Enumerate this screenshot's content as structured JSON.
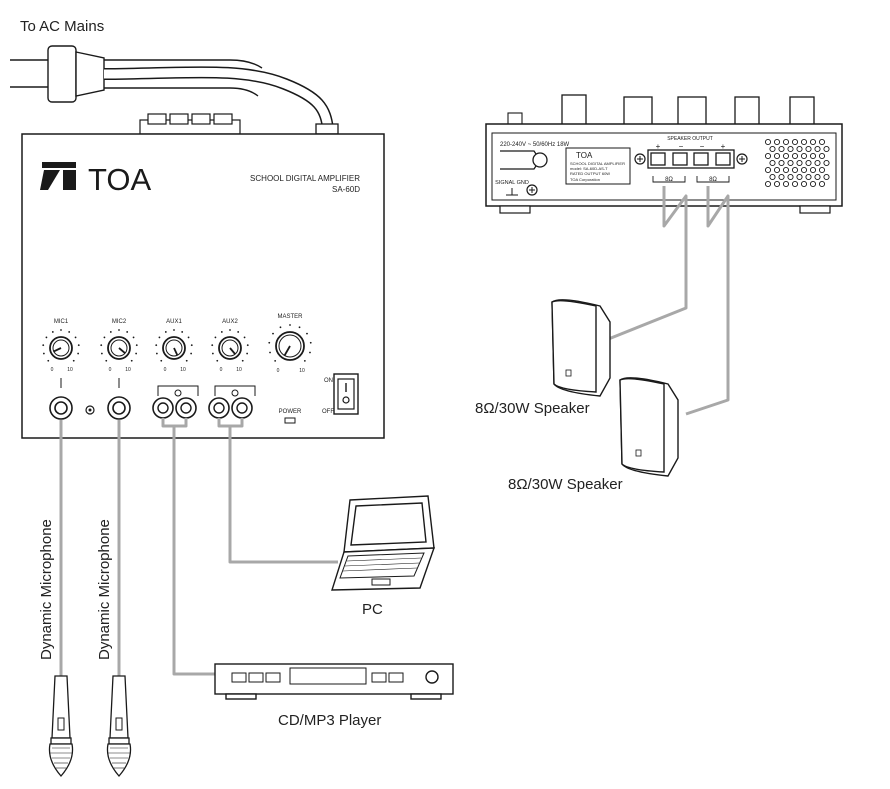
{
  "labels": {
    "ac_mains": "To AC Mains",
    "speaker1": "8Ω/30W Speaker",
    "speaker2": "8Ω/30W Speaker",
    "pc": "PC",
    "cd_player": "CD/MP3 Player",
    "mic1": "Dynamic Microphone",
    "mic2": "Dynamic Microphone"
  },
  "amplifier_front": {
    "brand": "TOA",
    "model_name": "SCHOOL DIGITAL AMPLIFIER",
    "model_number": "SA-60D",
    "knobs": [
      {
        "label": "MIC1",
        "min": "0",
        "max": "10"
      },
      {
        "label": "MIC2",
        "min": "0",
        "max": "10"
      },
      {
        "label": "AUX1",
        "min": "0",
        "max": "10"
      },
      {
        "label": "AUX2",
        "min": "0",
        "max": "10"
      },
      {
        "label": "MASTER",
        "min": "0",
        "max": "10"
      }
    ],
    "power_label": "POWER",
    "switch_on": "ON",
    "switch_off": "OFF"
  },
  "amplifier_rear": {
    "voltage": "220-240V ~ 50/60Hz 18W",
    "signal_gnd": "SIGNAL GND",
    "speaker_output": "SPEAKER OUTPUT",
    "impedance_left": "8Ω",
    "impedance_right": "8Ω",
    "plate_brand": "TOA",
    "plate_lines": [
      "SCHOOL DIGITAL AMPLIFIER",
      "model: SA-60D-AS-T",
      "RATED OUTPUT 60W",
      "TOA Corporation"
    ]
  },
  "colors": {
    "line": "#1a1a1a",
    "cable": "#a8a8a8",
    "fill": "#ffffff"
  }
}
